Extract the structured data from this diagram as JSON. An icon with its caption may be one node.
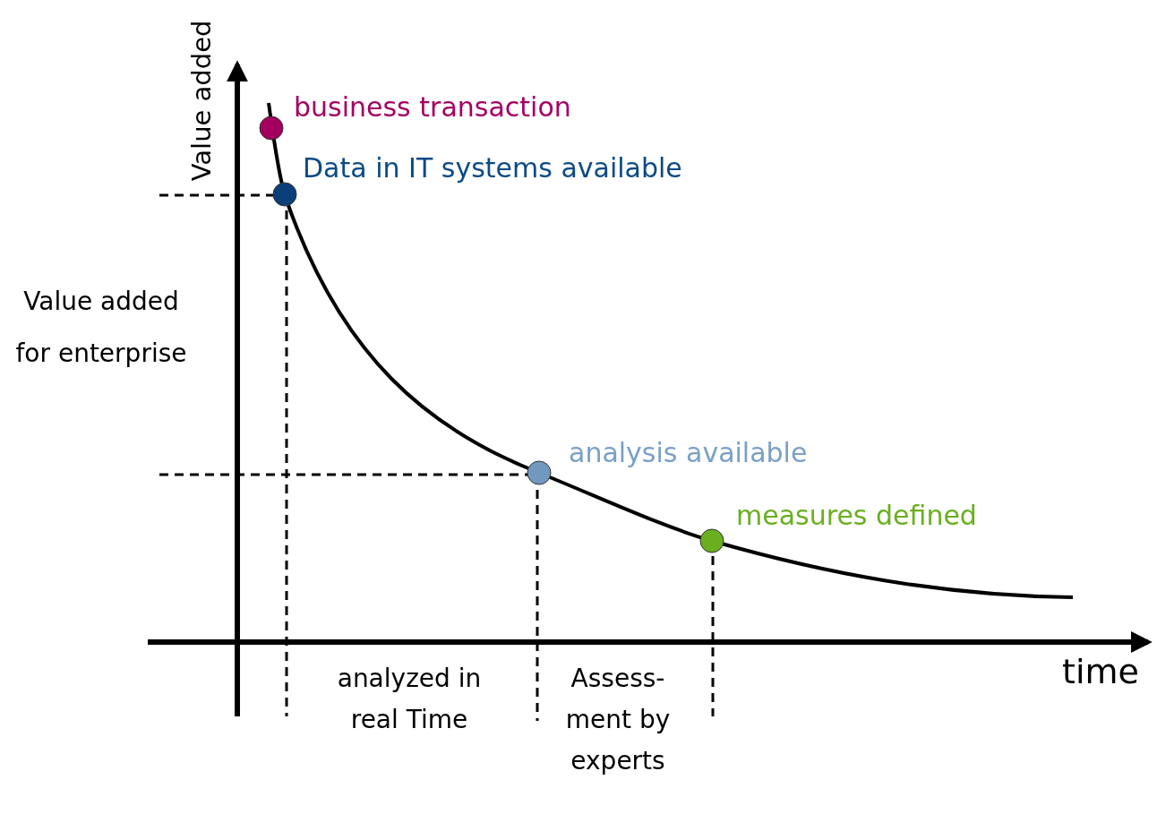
{
  "diagram": {
    "labels": [
      "Value added",
      "business transaction",
      "Data in IT systems available",
      "Value added for enterprise",
      "analysis available",
      "measures defined",
      "time",
      "analyzed in real Time",
      "Assess- ment by experts"
    ]
  }
}
